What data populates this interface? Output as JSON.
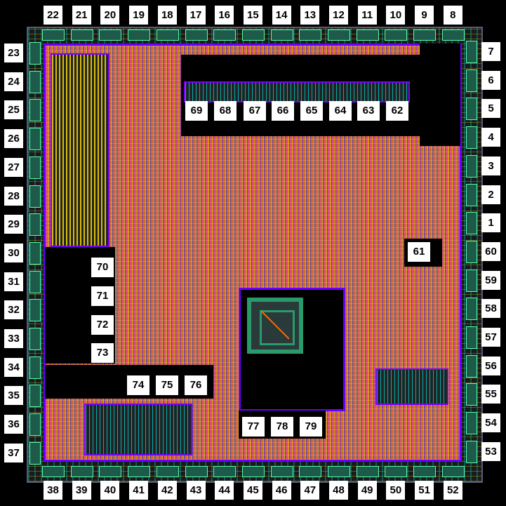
{
  "title": "IC layout with numbered bond pads",
  "pins": {
    "top": [
      "22",
      "21",
      "20",
      "19",
      "18",
      "17",
      "16",
      "15",
      "14",
      "13",
      "12",
      "11",
      "10",
      "9",
      "8"
    ],
    "left": [
      "23",
      "24",
      "25",
      "26",
      "27",
      "28",
      "29",
      "30",
      "31",
      "32",
      "33",
      "34",
      "35",
      "36",
      "37"
    ],
    "right": [
      "7",
      "6",
      "5",
      "4",
      "3",
      "2",
      "1",
      "60",
      "59",
      "58",
      "57",
      "56",
      "55",
      "54",
      "53"
    ],
    "bottom": [
      "38",
      "39",
      "40",
      "41",
      "42",
      "43",
      "44",
      "45",
      "46",
      "47",
      "48",
      "49",
      "50",
      "51",
      "52"
    ]
  },
  "internal_labels": [
    "69",
    "68",
    "67",
    "66",
    "65",
    "64",
    "63",
    "62",
    "61",
    "70",
    "71",
    "72",
    "73",
    "74",
    "75",
    "76",
    "77",
    "78",
    "79"
  ],
  "colors": {
    "background": "#000000",
    "label_bg": "#ffffff",
    "boundary": "#6a00ff"
  }
}
